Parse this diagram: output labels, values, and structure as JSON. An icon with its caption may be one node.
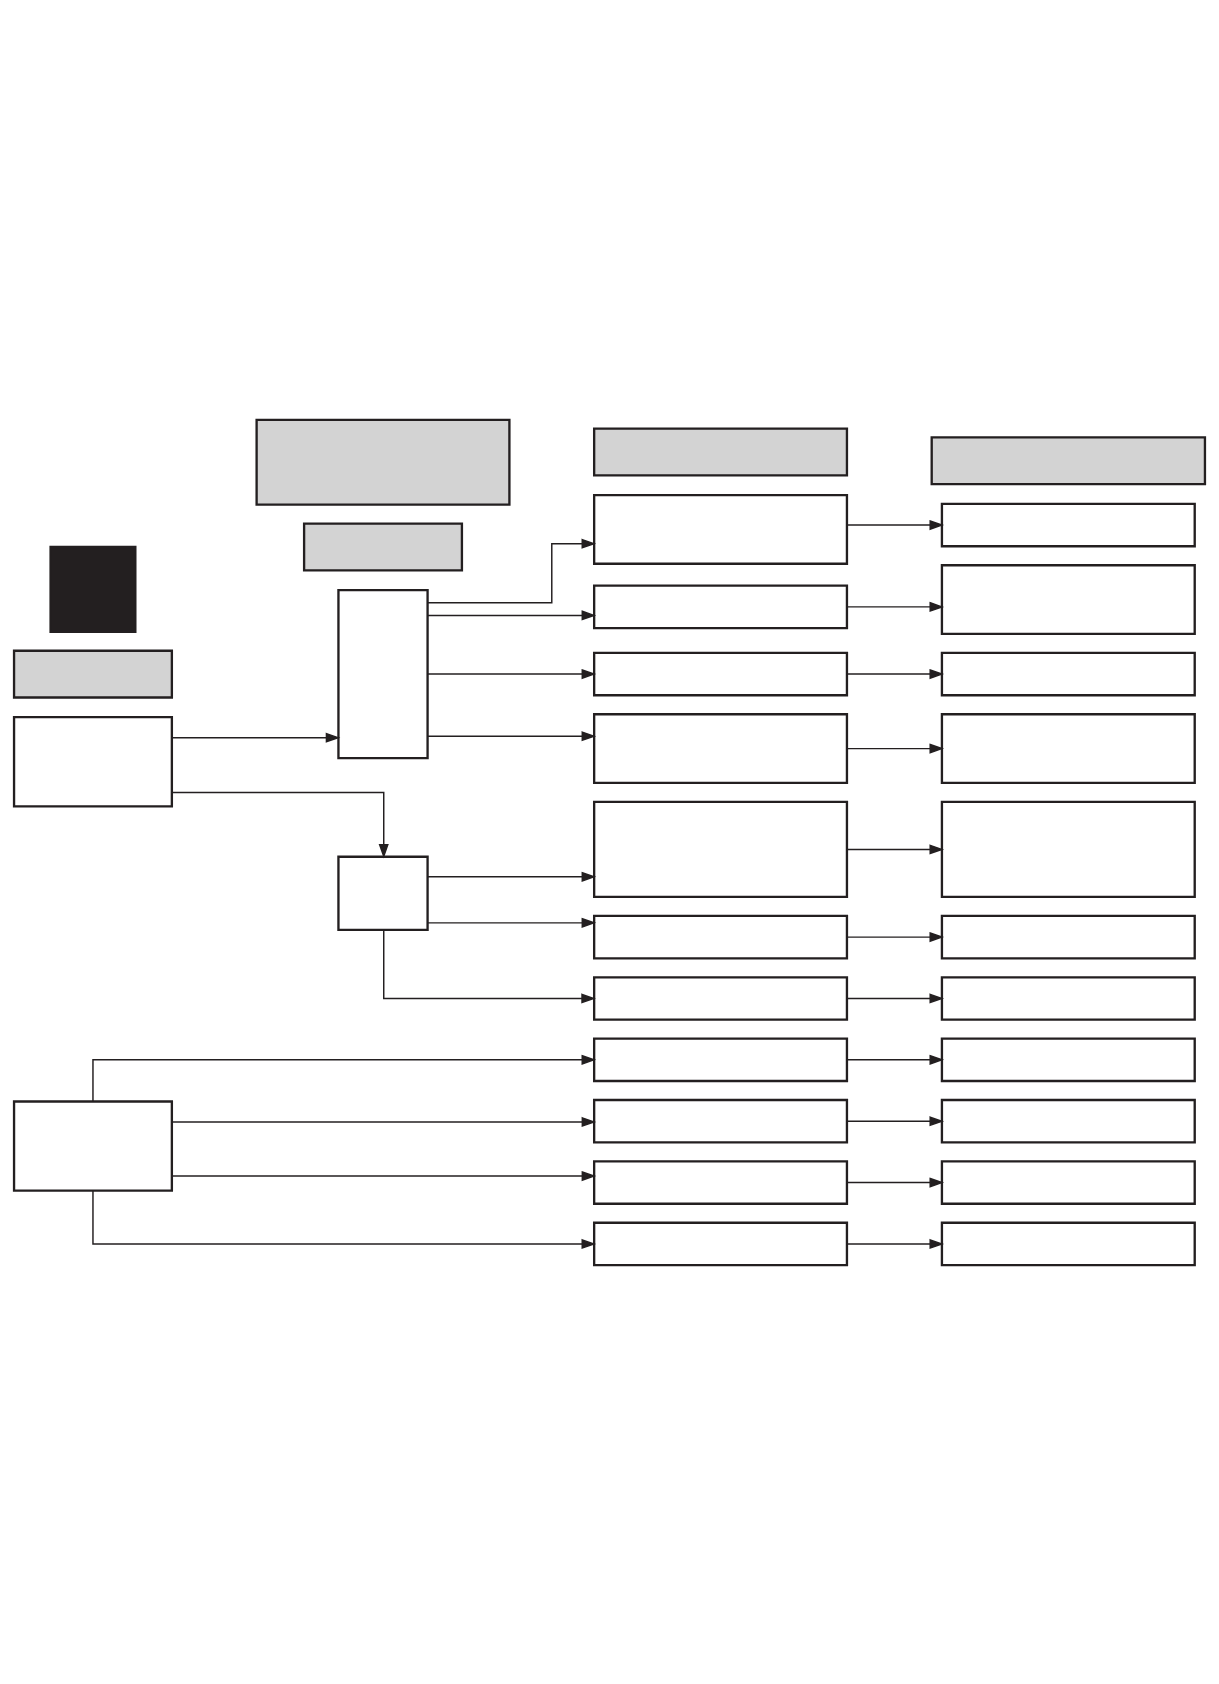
{
  "diagram": {
    "nodes": [
      {
        "text": [],
        "shape": "box"
      },
      {
        "text": [],
        "shape": "box"
      },
      {
        "text": [],
        "shape": "box"
      },
      {
        "text": [],
        "shape": "box"
      },
      {
        "text": [],
        "shape": "box"
      },
      {
        "text": [],
        "shape": "box"
      },
      {
        "text": [],
        "shape": "box"
      },
      {
        "text": [],
        "shape": "box"
      },
      {
        "text": [],
        "shape": "box"
      },
      {
        "text": [],
        "shape": "box"
      },
      {
        "text": [],
        "shape": "box"
      },
      {
        "text": [],
        "shape": "box"
      },
      {
        "text": [],
        "shape": "box"
      },
      {
        "text": [],
        "shape": "box"
      },
      {
        "text": [],
        "shape": "box"
      },
      {
        "text": [],
        "shape": "box"
      },
      {
        "text": [],
        "shape": "box"
      },
      {
        "text": [],
        "shape": "box"
      },
      {
        "text": [],
        "shape": "box"
      },
      {
        "text": [],
        "shape": "box"
      },
      {
        "text": [],
        "shape": "box"
      },
      {
        "text": [],
        "shape": "box"
      },
      {
        "text": [],
        "shape": "box"
      },
      {
        "text": [],
        "shape": "box"
      },
      {
        "text": [],
        "shape": "box"
      },
      {
        "text": [],
        "shape": "box"
      },
      {
        "text": [],
        "shape": "box"
      },
      {
        "text": [],
        "shape": "box"
      },
      {
        "text": [],
        "shape": "box"
      },
      {
        "text": [],
        "shape": "box"
      },
      {
        "text": [],
        "shape": "box"
      },
      {
        "text": [],
        "shape": "box"
      }
    ],
    "edges": [
      {
        "from": 6,
        "to": 7,
        "arrow": "to"
      },
      {
        "from": 6,
        "to": 8,
        "arrow": "to"
      },
      {
        "from": 7,
        "to": 9,
        "arrow": "to"
      },
      {
        "from": 7,
        "to": 10,
        "arrow": "to"
      },
      {
        "from": 7,
        "to": 11,
        "arrow": "to"
      },
      {
        "from": 8,
        "to": 12,
        "arrow": "to"
      },
      {
        "from": 8,
        "to": 13,
        "arrow": "to"
      },
      {
        "from": 8,
        "to": 14,
        "arrow": "to"
      },
      {
        "from": 8,
        "to": 15,
        "arrow": "to"
      },
      {
        "from": 9,
        "to": 16,
        "arrow": "to"
      },
      {
        "from": 10,
        "to": 17,
        "arrow": "to"
      },
      {
        "from": 11,
        "to": 18,
        "arrow": "to"
      },
      {
        "from": 12,
        "to": 19,
        "arrow": "to"
      },
      {
        "from": 13,
        "to": 20,
        "arrow": "to"
      },
      {
        "from": 14,
        "to": 21,
        "arrow": "to"
      },
      {
        "from": 15,
        "to": 22,
        "arrow": "to"
      },
      {
        "from": 23,
        "to": 24,
        "arrow": "to"
      },
      {
        "from": 23,
        "to": 25,
        "arrow": "to"
      },
      {
        "from": 23,
        "to": 26,
        "arrow": "to"
      },
      {
        "from": 23,
        "to": 27,
        "arrow": "to"
      },
      {
        "from": 24,
        "to": 28,
        "arrow": "to"
      },
      {
        "from": 25,
        "to": 29,
        "arrow": "to"
      },
      {
        "from": 26,
        "to": 30,
        "arrow": "to"
      },
      {
        "from": 27,
        "to": 31,
        "arrow": "to"
      }
    ]
  }
}
